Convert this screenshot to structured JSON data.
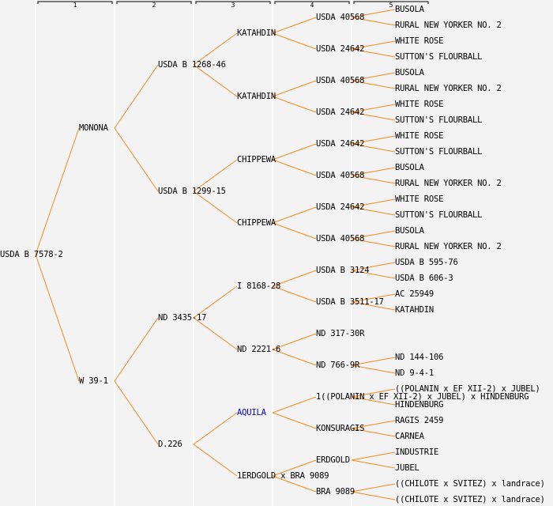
{
  "colors": {
    "background": "#f3f3f3",
    "link": "#f08c1e",
    "text": "#000000",
    "highlight": "#0000cc",
    "separator": "#ffffff"
  },
  "generations": [
    "1",
    "2",
    "3",
    "4",
    "5"
  ],
  "tree": {
    "label": "USDA B 7578-2",
    "children": [
      {
        "label": "MONONA",
        "children": [
          {
            "label": "USDA B 1268-46",
            "children": [
              {
                "label": "KATAHDIN",
                "children": [
                  {
                    "label": "USDA 40568",
                    "children": [
                      {
                        "label": "BUSOLA"
                      },
                      {
                        "label": "RURAL NEW YORKER NO. 2"
                      }
                    ]
                  },
                  {
                    "label": "USDA 24642",
                    "children": [
                      {
                        "label": "WHITE ROSE"
                      },
                      {
                        "label": "SUTTON'S FLOURBALL"
                      }
                    ]
                  }
                ]
              },
              {
                "label": "KATAHDIN",
                "children": [
                  {
                    "label": "USDA 40568",
                    "children": [
                      {
                        "label": "BUSOLA"
                      },
                      {
                        "label": "RURAL NEW YORKER NO. 2"
                      }
                    ]
                  },
                  {
                    "label": "USDA 24642",
                    "children": [
                      {
                        "label": "WHITE ROSE"
                      },
                      {
                        "label": "SUTTON'S FLOURBALL"
                      }
                    ]
                  }
                ]
              }
            ]
          },
          {
            "label": "USDA B 1299-15",
            "children": [
              {
                "label": "CHIPPEWA",
                "children": [
                  {
                    "label": "USDA 24642",
                    "children": [
                      {
                        "label": "WHITE ROSE"
                      },
                      {
                        "label": "SUTTON'S FLOURBALL"
                      }
                    ]
                  },
                  {
                    "label": "USDA 40568",
                    "children": [
                      {
                        "label": "BUSOLA"
                      },
                      {
                        "label": "RURAL NEW YORKER NO. 2"
                      }
                    ]
                  }
                ]
              },
              {
                "label": "CHIPPEWA",
                "children": [
                  {
                    "label": "USDA 24642",
                    "children": [
                      {
                        "label": "WHITE ROSE"
                      },
                      {
                        "label": "SUTTON'S FLOURBALL"
                      }
                    ]
                  },
                  {
                    "label": "USDA 40568",
                    "children": [
                      {
                        "label": "BUSOLA"
                      },
                      {
                        "label": "RURAL NEW YORKER NO. 2"
                      }
                    ]
                  }
                ]
              }
            ]
          }
        ]
      },
      {
        "label": "W 39-1",
        "children": [
          {
            "label": "ND 3435-17",
            "children": [
              {
                "label": "I 8168-28",
                "children": [
                  {
                    "label": "USDA B 3124",
                    "children": [
                      {
                        "label": "USDA B 595-76"
                      },
                      {
                        "label": "USDA B 606-3"
                      }
                    ]
                  },
                  {
                    "label": "USDA B 3511-17",
                    "children": [
                      {
                        "label": "AC 25949"
                      },
                      {
                        "label": "KATAHDIN"
                      }
                    ]
                  }
                ]
              },
              {
                "label": "ND 2221-6",
                "children": [
                  {
                    "label": "ND 317-30R"
                  },
                  {
                    "label": "ND 766-9R",
                    "children": [
                      {
                        "label": "ND 144-106"
                      },
                      {
                        "label": "ND 9-4-1"
                      }
                    ]
                  }
                ]
              }
            ]
          },
          {
            "label": "D.226",
            "children": [
              {
                "label": "AQUILA",
                "highlight": true,
                "children": [
                  {
                    "label": "1((POLANIN x EF XII-2) x JUBEL) x HINDENBURG",
                    "children": [
                      {
                        "label": "((POLANIN x EF XII-2) x JUBEL)"
                      },
                      {
                        "label": "HINDENBURG"
                      }
                    ]
                  },
                  {
                    "label": "KONSURAGIS",
                    "children": [
                      {
                        "label": "RAGIS 2459"
                      },
                      {
                        "label": "CARNEA"
                      }
                    ]
                  }
                ]
              },
              {
                "label": "1ERDGOLD x BRA 9089",
                "children": [
                  {
                    "label": "ERDGOLD",
                    "children": [
                      {
                        "label": "INDUSTRIE"
                      },
                      {
                        "label": "JUBEL"
                      }
                    ]
                  },
                  {
                    "label": "BRA 9089",
                    "children": [
                      {
                        "label": "((CHILOTE x SVITEZ) x landrace)"
                      },
                      {
                        "label": "((CHILOTE x SVITEZ) x landrace)"
                      }
                    ]
                  }
                ]
              }
            ]
          }
        ]
      }
    ]
  }
}
